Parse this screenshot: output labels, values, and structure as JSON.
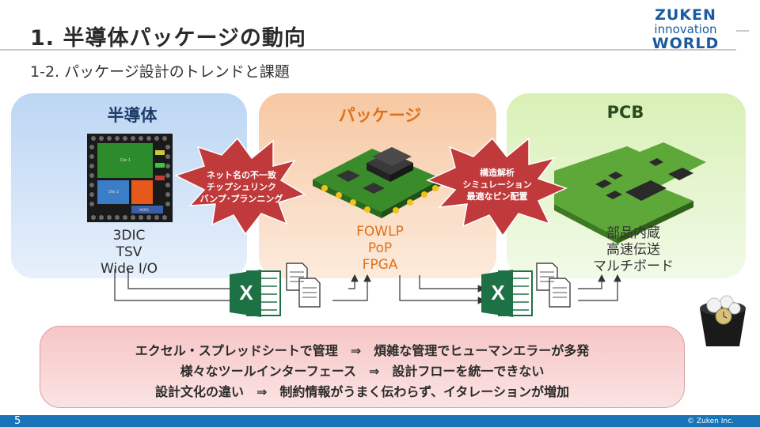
{
  "header": {
    "title": "1. 半導体パッケージの動向",
    "subtitle": "1-2. パッケージ設計のトレンドと課題"
  },
  "logo": {
    "line1": "ZUKEN",
    "line2": "innovation",
    "line3": "WORLD"
  },
  "panels": {
    "semiconductor": {
      "title": "半導体",
      "items": [
        "3DIC",
        "TSV",
        "Wide I/O"
      ],
      "die_labels": [
        "Die 1",
        "Die 2",
        "MEMS"
      ]
    },
    "package": {
      "title": "パッケージ",
      "items": [
        "FOWLP",
        "PoP",
        "FPGA"
      ]
    },
    "pcb": {
      "title": "PCB",
      "items": [
        "部品内蔵",
        "高速伝送",
        "マルチボード"
      ]
    }
  },
  "bursts": {
    "left": [
      "ネット名の不一致",
      "チップシュリンク",
      "バンプ･プランニング"
    ],
    "right": [
      "構造解析",
      "シミュレーション",
      "最適なピン配置"
    ]
  },
  "icons": {
    "spreadsheet_letter": "X"
  },
  "issues": [
    "エクセル・スプレッドシートで管理　⇒　煩雑な管理でヒューマンエラーが多発",
    "様々なツールインターフェース　⇒　設計フローを統一できない",
    "設計文化の違い　⇒　制約情報がうまく伝わらず、イタレーションが増加"
  ],
  "footer": {
    "page": "5",
    "copyright": "© Zuken Inc."
  },
  "colors": {
    "semi_title": "#1d3d68",
    "package_accent": "#e07018",
    "burst_fill": "#c0393b",
    "excel_green": "#1e7145",
    "footer_bar": "#1a74b8"
  }
}
